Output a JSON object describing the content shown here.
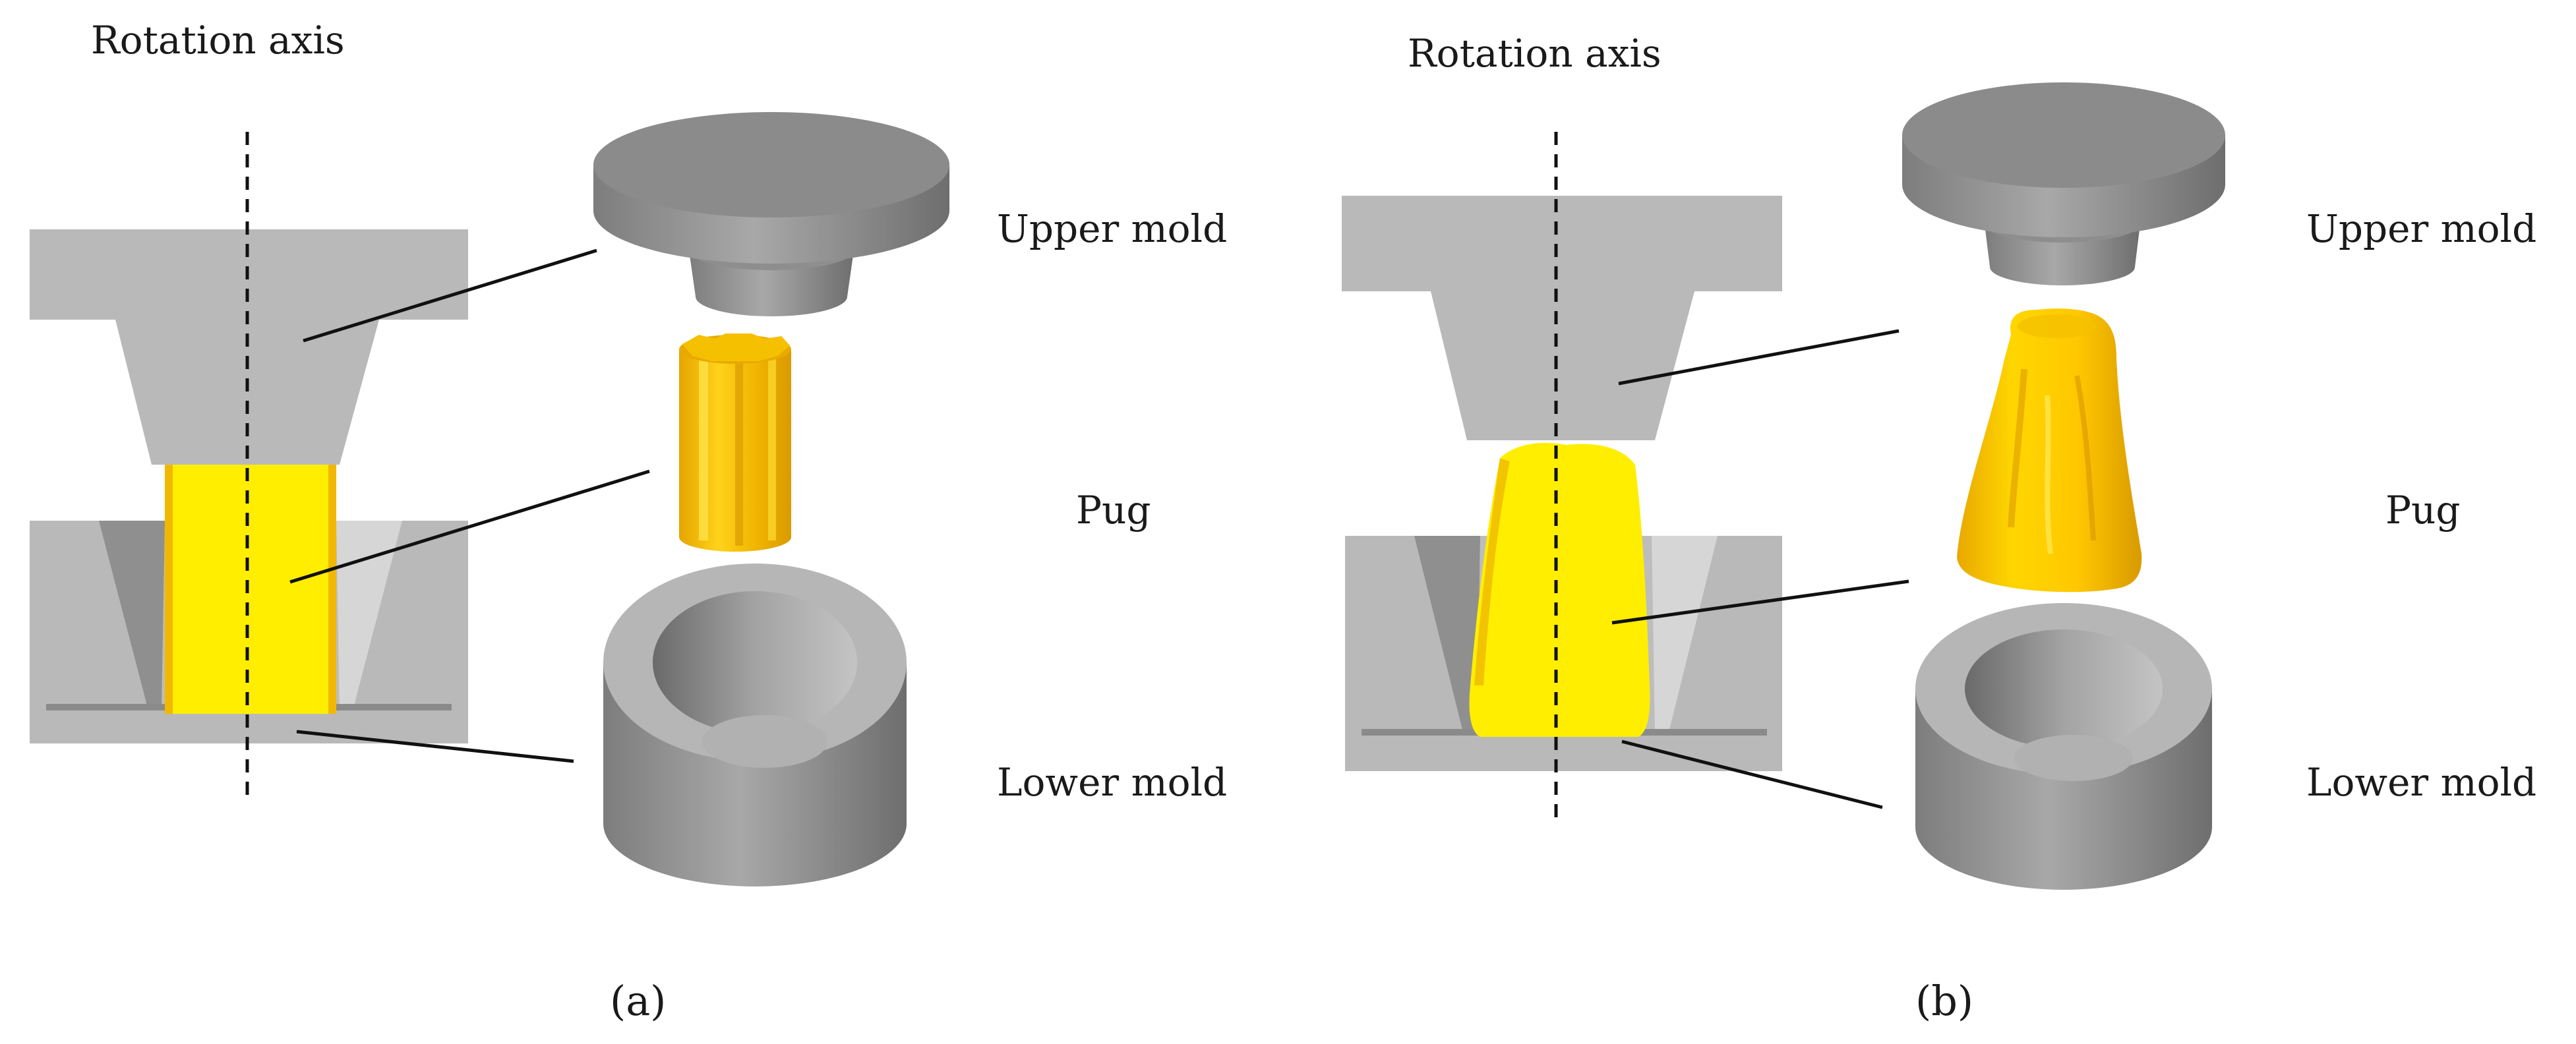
{
  "panel_a": {
    "labels": {
      "rotation_axis": "Rotation axis",
      "upper_mold": "Upper mold",
      "pug": "Pug",
      "lower_mold": "Lower mold"
    },
    "caption": "(a)"
  },
  "panel_b": {
    "labels": {
      "rotation_axis": "Rotation axis",
      "upper_mold": "Upper mold",
      "pug": "Pug",
      "lower_mold": "Lower mold"
    },
    "caption": "(b)"
  },
  "colors": {
    "mold_gray": "#b9b9b9",
    "mold_dark": "#8f8f8f",
    "mold_light": "#c9c9c9",
    "pug_yellow": "#ffee00",
    "pug_gold": "#f2b800"
  }
}
